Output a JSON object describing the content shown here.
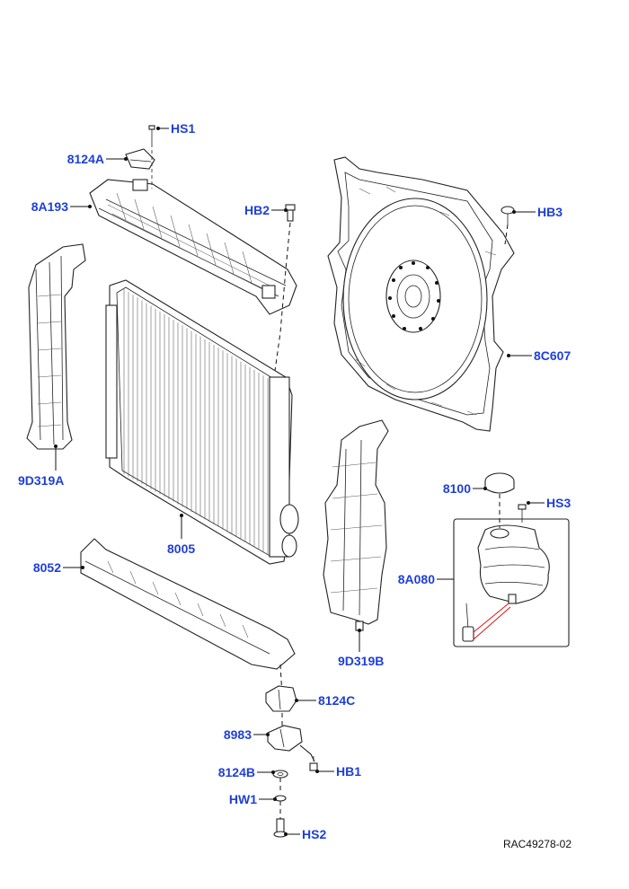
{
  "diagram": {
    "callouts": {
      "hs1": "HS1",
      "c8124a": "8124A",
      "c8a193": "8A193",
      "hb2": "HB2",
      "hb3": "HB3",
      "c8c607": "8C607",
      "c9d319a": "9D319A",
      "c8005": "8005",
      "c8052": "8052",
      "c9d319b": "9D319B",
      "c8100": "8100",
      "hs3": "HS3",
      "c8a080": "8A080",
      "c8124c": "8124C",
      "c8983": "8983",
      "c8124b": "8124B",
      "hb1": "HB1",
      "hw1": "HW1",
      "hs2": "HS2"
    },
    "reference_code": "RAC49278-02",
    "label_color": "#1f3fd9",
    "hose_color": "#e01010"
  }
}
